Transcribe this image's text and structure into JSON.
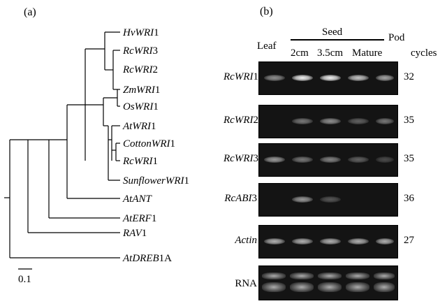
{
  "panel_a": {
    "label": "(a)",
    "scale_bar": "0.1",
    "leaves": [
      {
        "italic": "HvWRI",
        "plain": "1"
      },
      {
        "italic": "RcWRI",
        "plain": "3"
      },
      {
        "italic": "RcWRI",
        "plain": "2"
      },
      {
        "italic": "ZmWRI",
        "plain": "1"
      },
      {
        "italic": "OsWRI",
        "plain": "1"
      },
      {
        "italic": "AtWRI",
        "plain": "1"
      },
      {
        "italic": "CottonWRI",
        "plain": "1"
      },
      {
        "italic": "RcWRI",
        "plain": "1"
      },
      {
        "italic": "SunflowerWRI",
        "plain": "1"
      },
      {
        "italic": "AtANT",
        "plain": ""
      },
      {
        "italic": "AtERF",
        "plain": "1"
      },
      {
        "italic": "RAV",
        "plain": "1"
      },
      {
        "italic": "AtDREB",
        "plain": "1A"
      }
    ]
  },
  "panel_b": {
    "label": "(b)",
    "headers": {
      "leaf": "Leaf",
      "seed": "Seed",
      "pod": "Pod",
      "cycles": "cycles",
      "seed_sub": [
        "2cm",
        "3.5cm",
        "Mature"
      ]
    },
    "rows": [
      {
        "gene_italic": "RcWRI",
        "gene_plain": "1",
        "cycles": "32",
        "intensity": [
          0.55,
          1.0,
          1.0,
          0.8,
          0.65
        ]
      },
      {
        "gene_italic": "RcWRI",
        "gene_plain": "2",
        "cycles": "35",
        "intensity": [
          0.0,
          0.45,
          0.55,
          0.35,
          0.45
        ]
      },
      {
        "gene_italic": "RcWRI",
        "gene_plain": "3",
        "cycles": "35",
        "intensity": [
          0.6,
          0.45,
          0.5,
          0.35,
          0.25
        ]
      },
      {
        "gene_italic": "RcABI",
        "gene_plain": "3",
        "cycles": "36",
        "intensity": [
          0.0,
          0.6,
          0.3,
          0.0,
          0.0
        ]
      },
      {
        "gene_italic": "Actin",
        "gene_plain": "",
        "cycles": "27",
        "intensity": [
          0.7,
          0.7,
          0.7,
          0.7,
          0.7
        ]
      }
    ],
    "rna_label": "RNA"
  }
}
